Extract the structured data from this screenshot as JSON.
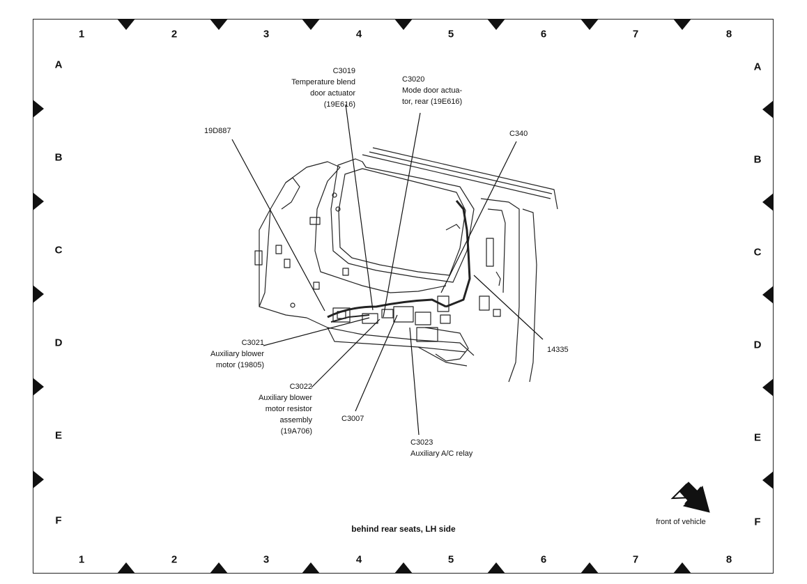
{
  "grid": {
    "columns": [
      "1",
      "2",
      "3",
      "4",
      "5",
      "6",
      "7",
      "8"
    ],
    "rows": [
      "A",
      "B",
      "C",
      "D",
      "E",
      "F"
    ]
  },
  "callouts": {
    "c3019": [
      "C3019",
      "Temperature blend",
      "door actuator",
      "(19E616)"
    ],
    "c3020": [
      "C3020",
      "Mode door actua-",
      "tor, rear (19E616)"
    ],
    "c340": [
      "C340"
    ],
    "p19d887": [
      "19D887"
    ],
    "c3021": [
      "C3021",
      "Auxiliary blower",
      "motor (19805)"
    ],
    "c3022": [
      "C3022",
      "Auxiliary blower",
      "motor resistor",
      "assembly",
      "(19A706)"
    ],
    "c3007": [
      "C3007"
    ],
    "c3023": [
      "C3023",
      "Auxiliary A/C relay"
    ],
    "p14335": [
      "14335"
    ]
  },
  "caption": "behind rear seats, LH side",
  "front_of_vehicle": "front of vehicle",
  "colors": {
    "ink": "#111111",
    "paper": "#ffffff"
  }
}
